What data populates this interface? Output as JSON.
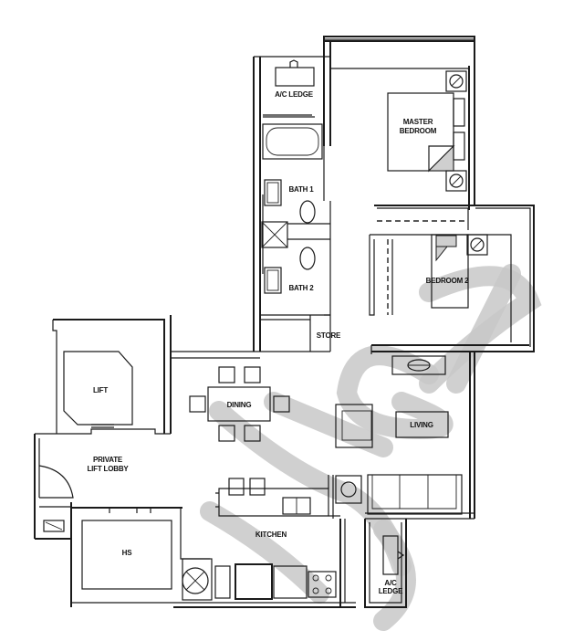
{
  "floorplan": {
    "rooms": {
      "ac_ledge_top": "A/C LEDGE",
      "master_bedroom_line1": "MASTER",
      "master_bedroom_line2": "BEDROOM",
      "bath1": "BATH 1",
      "bath2": "BATH 2",
      "bedroom2": "BEDROOM 2",
      "store": "STORE",
      "lift": "LIFT",
      "dining": "DINING",
      "living": "LIVING",
      "private_lift_lobby_line1": "PRIVATE",
      "private_lift_lobby_line2": "LIFT LOBBY",
      "hs": "HS",
      "kitchen": "KITCHEN",
      "ac_ledge_bottom_line1": "A/C",
      "ac_ledge_bottom_line2": "LEDGE"
    },
    "watermark": {
      "description": "large grey diagonal watermark strokes",
      "color": "#c8c8c8"
    },
    "colors": {
      "line": "#1a1a1a",
      "background": "#ffffff"
    }
  }
}
